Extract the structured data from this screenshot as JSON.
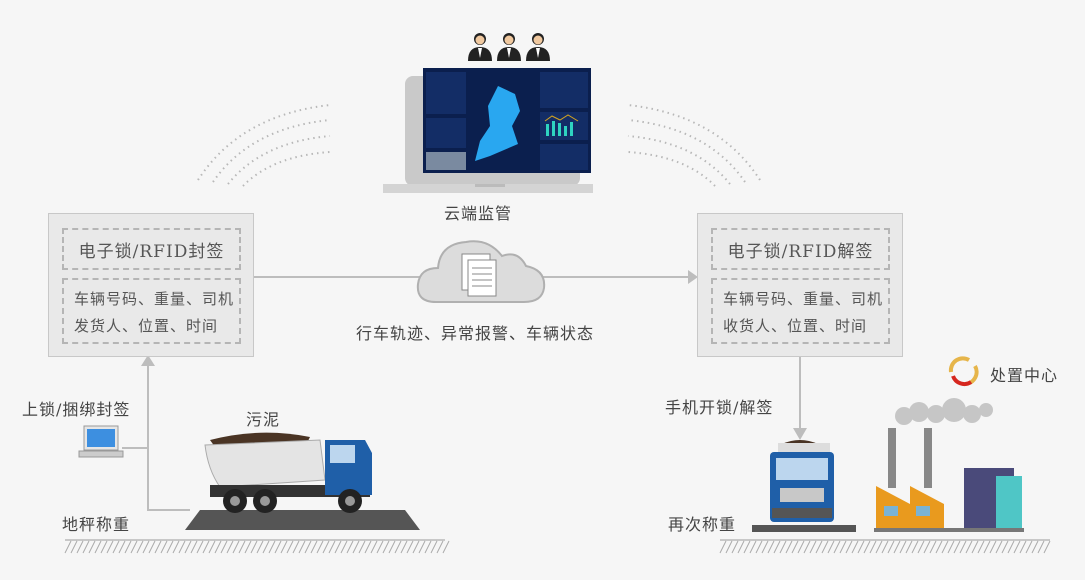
{
  "cloud_monitor": {
    "label": "云端监管"
  },
  "left_box": {
    "title": "电子锁/RFID封签",
    "line1": "车辆号码、重量、司机",
    "line2": "发货人、位置、时间"
  },
  "right_box": {
    "title": "电子锁/RFID解签",
    "line1": "车辆号码、重量、司机",
    "line2": "收货人、位置、时间"
  },
  "transfer": {
    "label": "行车轨迹、异常报警、车辆状态"
  },
  "left_steps": {
    "lock": "上锁/捆绑封签",
    "sludge": "污泥",
    "weigh": "地秤称重"
  },
  "right_steps": {
    "unlock": "手机开锁/解签",
    "reweigh": "再次称重",
    "disposal": "处置中心"
  },
  "colors": {
    "truck_blue": "#1f5fa8",
    "screen_bg": "#0b1f4e",
    "factory_orange": "#e99a1e",
    "line": "#bdbdbd"
  }
}
